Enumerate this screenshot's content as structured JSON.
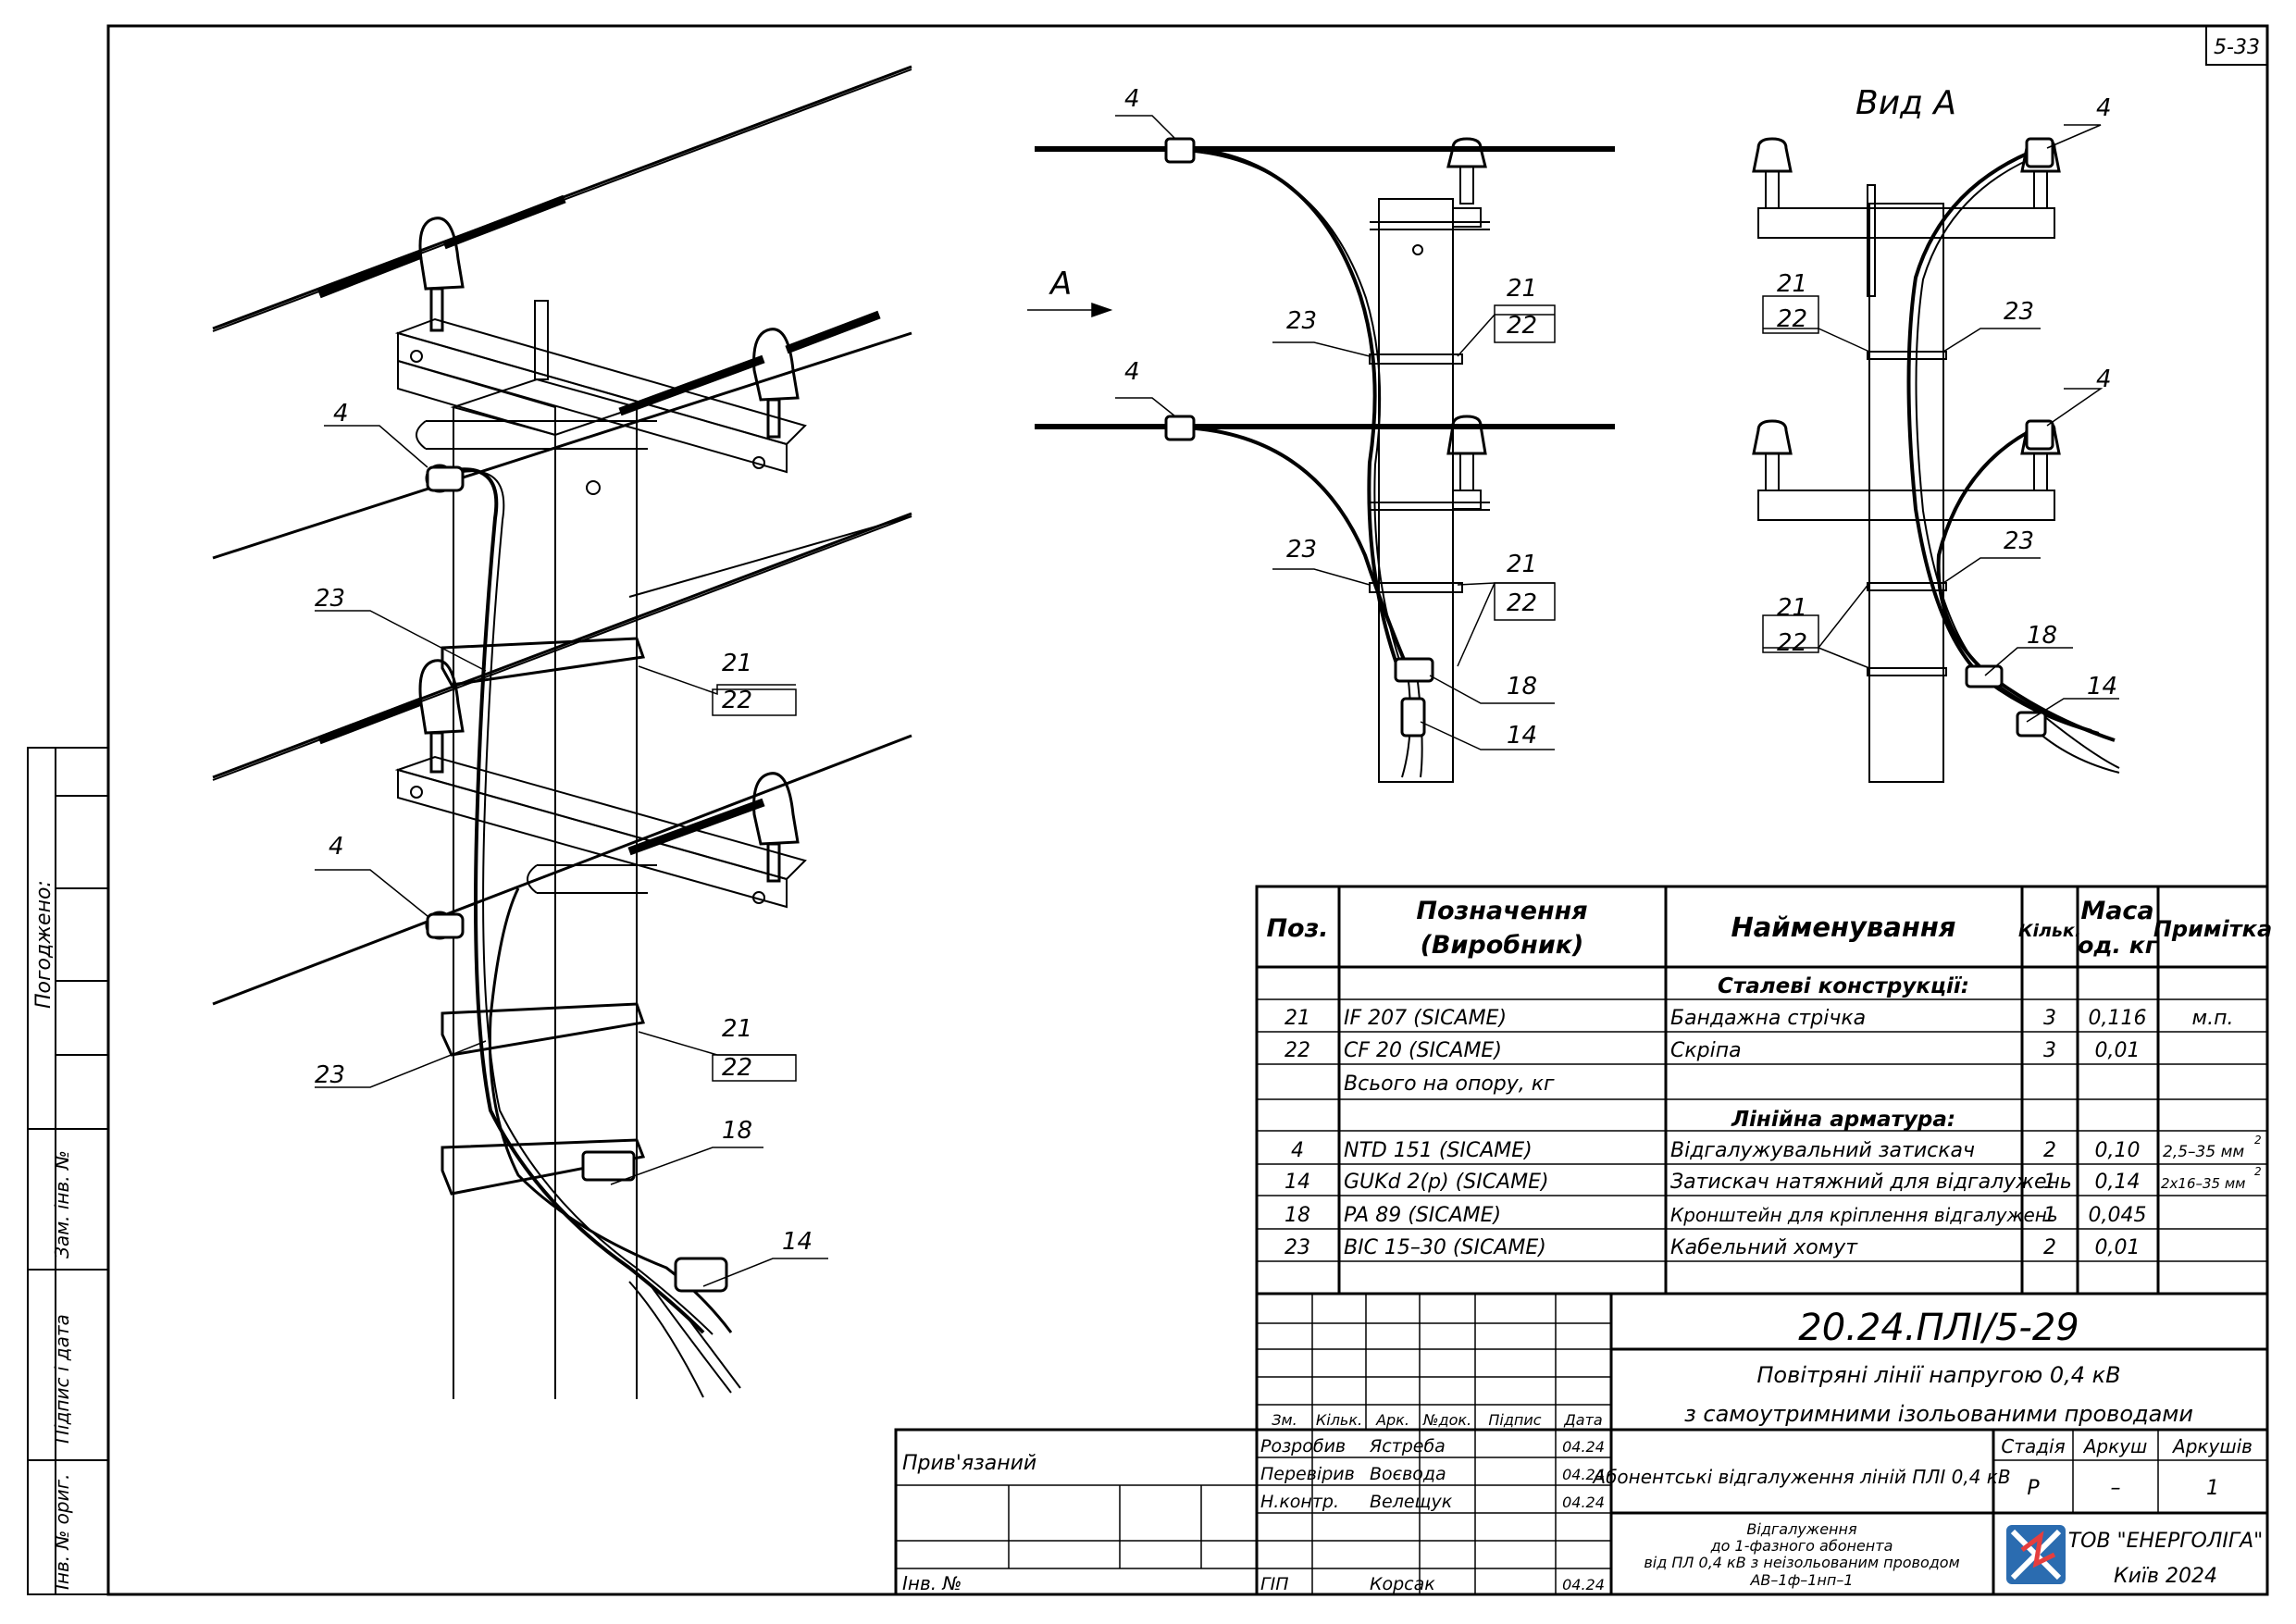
{
  "sheet_code": "5-33",
  "left_strip": {
    "agreed": "Погоджено:",
    "replace_inv": "Зам. інв. №",
    "sign_date": "Підпис і дата",
    "orig_inv": "Інв. № ориг."
  },
  "view_title": "Вид А",
  "arrow_label": "А",
  "callouts": {
    "p4": "4",
    "p14": "14",
    "p18": "18",
    "p21": "21",
    "p22": "22",
    "p23": "23"
  },
  "spec_table": {
    "headers": {
      "pos": "Поз.",
      "designation_1": "Позначення",
      "designation_2": "(Виробник)",
      "name": "Найменування",
      "qty": "Кільк.",
      "mass_1": "Маса",
      "mass_2": "од. кг",
      "note": "Примітка"
    },
    "section_steel": "Сталеві конструкції:",
    "section_fittings": "Лінійна арматура:",
    "rows": [
      {
        "pos": "21",
        "des": "IF 207  (SICAME)",
        "name": "Бандажна стрічка",
        "qty": "3",
        "mass": "0,116",
        "note": "м.п."
      },
      {
        "pos": "22",
        "des": "CF 20  (SICAME)",
        "name": "Скріпа",
        "qty": "3",
        "mass": "0,01",
        "note": ""
      },
      {
        "pos": "",
        "des": "Всього на опору, кг",
        "name": "",
        "qty": "",
        "mass": "",
        "note": ""
      },
      {
        "pos": "4",
        "des": "NTD 151  (SICAME)",
        "name": "Відгалужувальний затискач",
        "qty": "2",
        "mass": "0,10",
        "note": "2,5–35 мм"
      },
      {
        "pos": "14",
        "des": "GUKd 2(p)  (SICAME)",
        "name": "Затискач натяжний для відгалужень",
        "qty": "1",
        "mass": "0,14",
        "note": "2х16–35 мм"
      },
      {
        "pos": "18",
        "des": "PA 89  (SICAME)",
        "name": "Кронштейн для кріплення відгалужень",
        "qty": "1",
        "mass": "0,045",
        "note": ""
      },
      {
        "pos": "23",
        "des": "BIC 15–30  (SICAME)",
        "name": "Кабельний хомут",
        "qty": "2",
        "mass": "0,01",
        "note": ""
      }
    ],
    "sup": "2"
  },
  "title_block": {
    "doc_code": "20.24.ПЛІ/5-29",
    "project_line1": "Повітряні лінії напругою 0,4 кВ",
    "project_line2": "з самоутримними ізольованими проводами",
    "section_title": "Абонентські відгалуження ліній ПЛІ 0,4 кВ",
    "drawing_title_1": "Відгалуження",
    "drawing_title_2": "до 1-фазного абонента",
    "drawing_title_3": "від ПЛ 0,4 кВ з неізольованим проводом",
    "drawing_title_4": "АВ–1ф–1нп–1",
    "stage_label": "Стадія",
    "sheet_label": "Аркуш",
    "sheets_label": "Аркушів",
    "stage_value": "Р",
    "sheet_value": "–",
    "sheets_value": "1",
    "company": "ТОВ \"ЕНЕРГОЛІГА\"",
    "city_year": "Київ 2024",
    "col_heads": [
      "Зм.",
      "Кільк.",
      "Арк.",
      "№док.",
      "Підпис",
      "Дата"
    ],
    "roles": [
      {
        "role": "Розробив",
        "name": "Ястреба",
        "date": "04.24"
      },
      {
        "role": "Перевірив",
        "name": "Воєвода",
        "date": "04.24"
      },
      {
        "role": "Н.контр.",
        "name": "Велещук",
        "date": "04.24"
      },
      {
        "role": "ГІП",
        "name": "Корсак",
        "date": "04.24"
      }
    ],
    "attached": "Прив'язаний",
    "inv_no": "Інв. №"
  }
}
